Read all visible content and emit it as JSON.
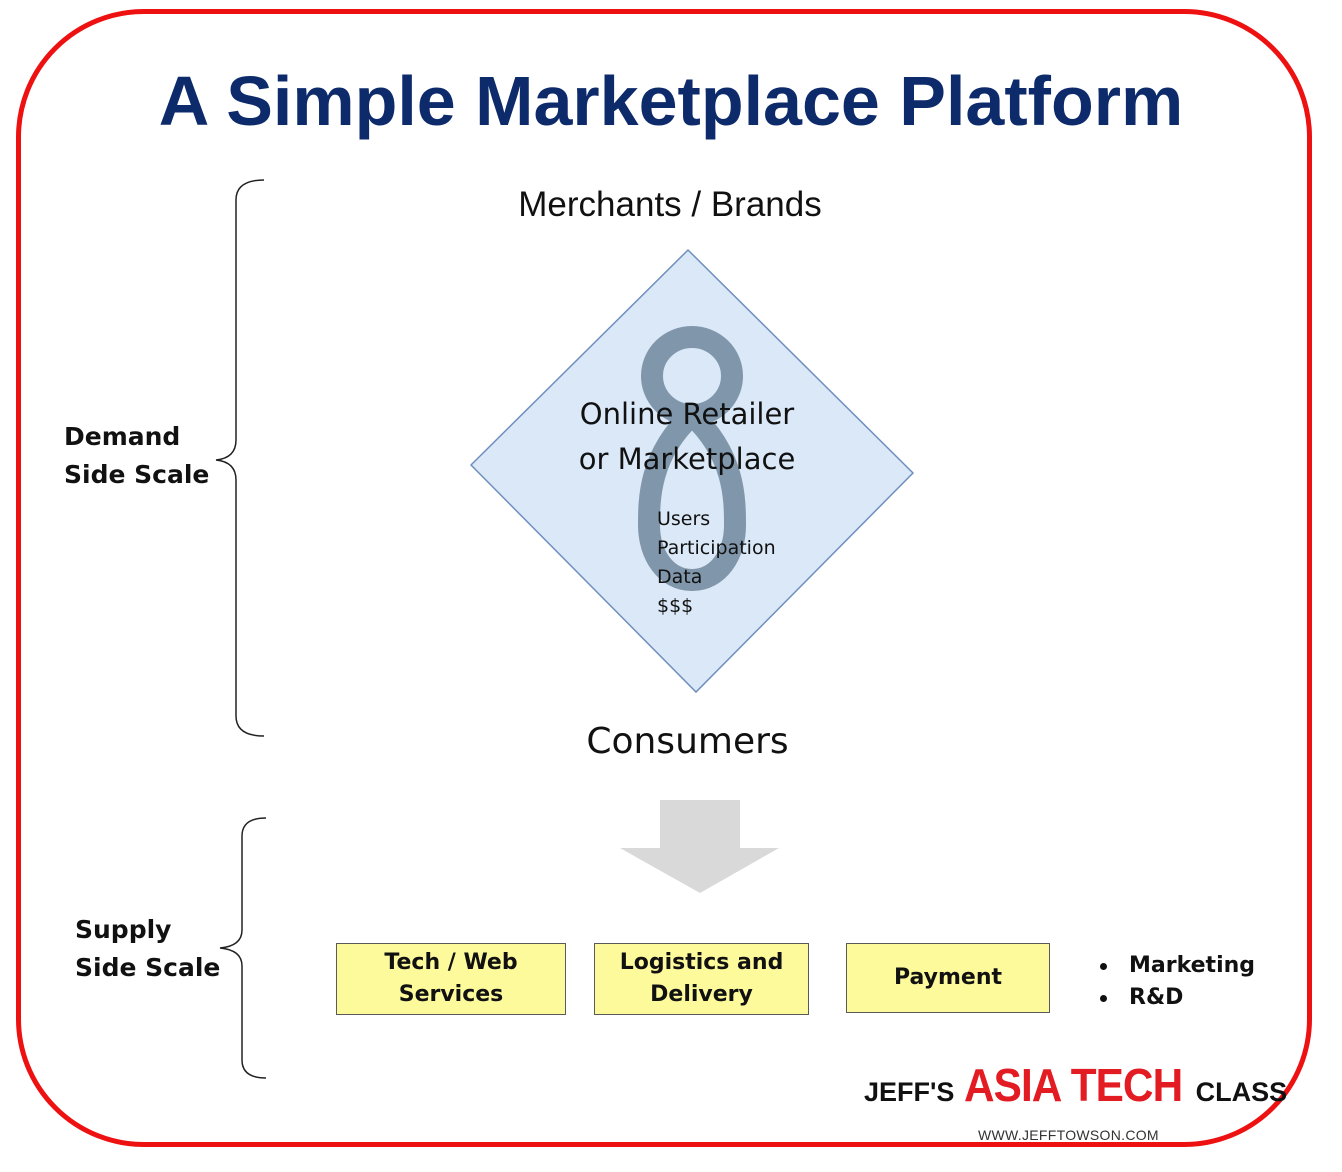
{
  "title": "A Simple Marketplace Platform",
  "top_node": "Merchants / Brands",
  "bottom_node": "Consumers",
  "center": {
    "line1": "Online Retailer",
    "line2": "or Marketplace",
    "metrics": [
      "Users",
      "Participation",
      "Data",
      "$$$"
    ]
  },
  "demand_label": {
    "line1": "Demand",
    "line2": "Side Scale"
  },
  "supply_label": {
    "line1": "Supply",
    "line2": "Side Scale"
  },
  "supply_boxes": [
    {
      "label": "Tech / Web\nServices"
    },
    {
      "label": "Logistics and\nDelivery"
    },
    {
      "label": "Payment"
    }
  ],
  "extra_items": [
    "Marketing",
    "R&D"
  ],
  "brand": {
    "jeffs": "JEFF'S",
    "asia_tech": "ASIA TECH",
    "class": "CLASS",
    "url": "WWW.JEFFTOWSON.COM"
  },
  "colors": {
    "frame": "#ee1111",
    "title": "#0d2a6b",
    "diamond_fill": "#dae8f8",
    "diamond_stroke": "#6f8fbf",
    "loop": "#8096aa",
    "box_fill": "#fdfa9c",
    "arrow": "#d9d9d9",
    "brand_red": "#e31b23"
  }
}
